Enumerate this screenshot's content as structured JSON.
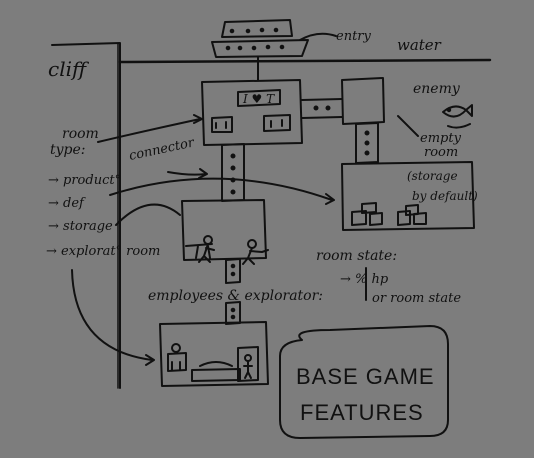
{
  "labels": {
    "cliff": "cliff",
    "entry": "entry",
    "water": "water",
    "enemy": "enemy",
    "room_type_line1": "room",
    "room_type_line2": "type:",
    "connector": "connector",
    "empty_room_line1": "empty",
    "empty_room_line2": "room",
    "storage_note_line1": "(storage",
    "storage_note_line2": "by default)",
    "room_types": [
      "→ product°",
      "→ def",
      "→ storage",
      "→ explorat° room"
    ],
    "room_state_title": "room state:",
    "room_state_items": [
      "→ % hp",
      "or room state"
    ],
    "employees": "employees & explorator:",
    "main_room_sign": "I ♥ T",
    "title_line1": "BASE GAME",
    "title_line2": "FEATURES"
  },
  "colors": {
    "background": "#7d7d7d",
    "ink": "#111111"
  }
}
